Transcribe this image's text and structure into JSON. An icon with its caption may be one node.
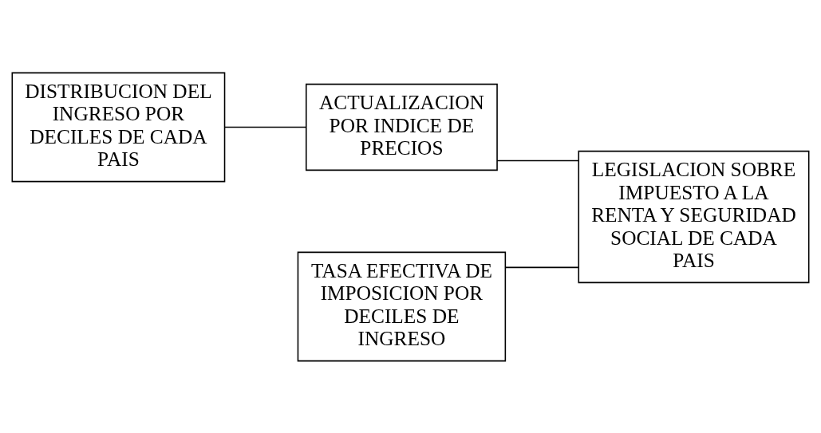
{
  "diagram": {
    "nodes": [
      {
        "text": [
          "DISTRIBUCION DEL INGRESO POR DECILES DE CADA PAIS"
        ]
      },
      {
        "text": [
          "ACTUALIZACION POR INDICE DE PRECIOS"
        ]
      },
      {
        "text": [
          "LEGISLACION SOBRE IMPUESTO A LA RENTA Y SEGURIDAD SOCIAL DE CADA PAIS"
        ]
      },
      {
        "text": [
          "TASA EFECTIVA DE IMPOSICION POR DECILES DE INGRESO"
        ]
      }
    ],
    "edges": [
      {
        "from": 0,
        "to": 1,
        "arrow": "none"
      },
      {
        "from": 1,
        "to": 2,
        "arrow": "none"
      },
      {
        "from": 2,
        "to": 3,
        "arrow": "none"
      }
    ]
  }
}
